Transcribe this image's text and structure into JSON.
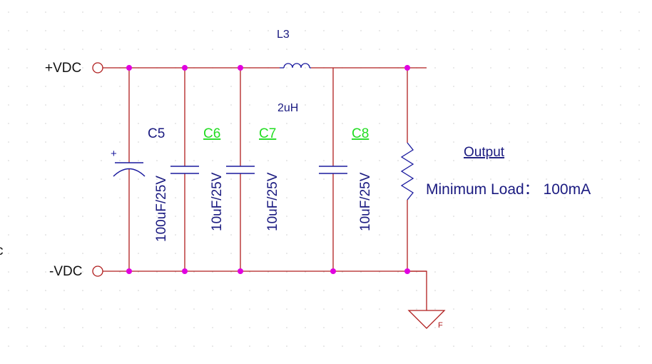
{
  "labels": {
    "vdc_pos": "+VDC",
    "vdc_neg": "-VDC",
    "inductor_ref": "L3",
    "inductor_value": "2uH",
    "output_title": "Output",
    "load_note": "Minimum Load： 100mA",
    "ground_label": "F",
    "edge_glyph": "c"
  },
  "capacitors": [
    {
      "ref": "C5",
      "value": "100uF/25V",
      "type": "polarized",
      "polarity_mark": "+"
    },
    {
      "ref": "C6",
      "value": "10uF/25V",
      "type": "ceramic"
    },
    {
      "ref": "C7",
      "value": "10uF/25V",
      "type": "ceramic"
    },
    {
      "ref": "C8",
      "value": "10uF/25V",
      "type": "ceramic"
    }
  ],
  "colors": {
    "wire": "#b01e1e",
    "component": "#1a1a9e",
    "junction": "#e000e0",
    "highlight_label": "#22dd22",
    "label": "#1a1a80",
    "grid_dot": "#cfcfcf"
  }
}
